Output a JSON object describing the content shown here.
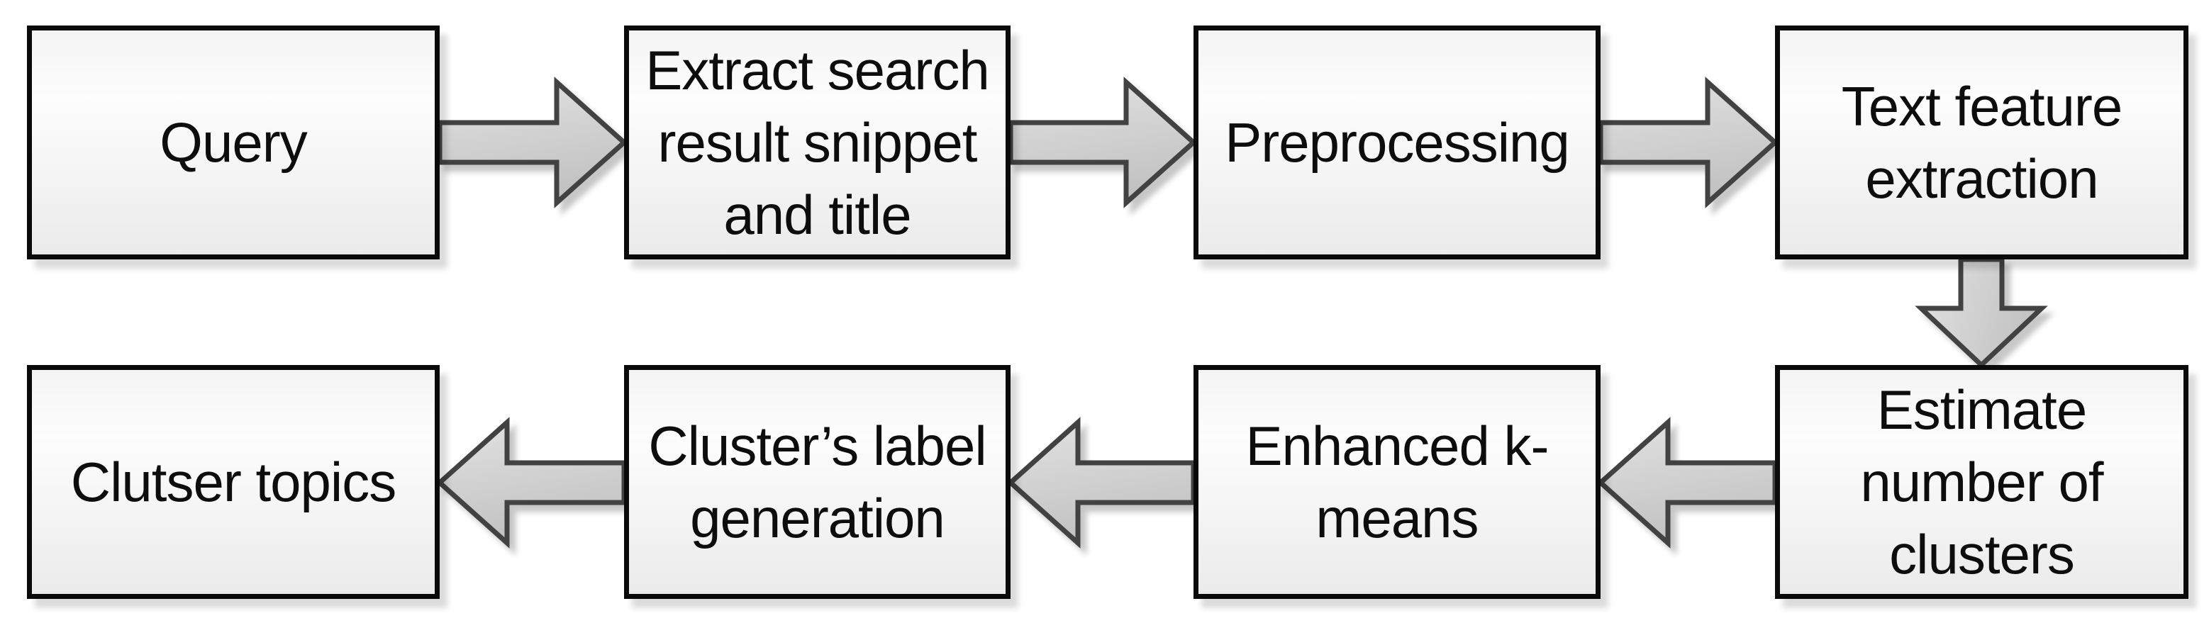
{
  "diagram": {
    "description": "Flowchart of a search-result clustering pipeline",
    "boxes": [
      {
        "id": "query",
        "lines": [
          "Query"
        ]
      },
      {
        "id": "extract-snippet",
        "lines": [
          "Extract search",
          "result snippet",
          "and title"
        ]
      },
      {
        "id": "preprocessing",
        "lines": [
          "Preprocessing"
        ]
      },
      {
        "id": "text-feature",
        "lines": [
          "Text feature",
          "extraction"
        ]
      },
      {
        "id": "estimate-clusters",
        "lines": [
          "Estimate",
          "number of",
          "clusters"
        ]
      },
      {
        "id": "enhanced-kmeans",
        "lines": [
          "Enhanced k-",
          "means"
        ]
      },
      {
        "id": "cluster-label",
        "lines": [
          "Cluster’s label",
          "generation"
        ]
      },
      {
        "id": "clutser-topics",
        "lines": [
          "Clutser topics"
        ]
      }
    ],
    "arrows": [
      {
        "from": "query",
        "to": "extract-snippet",
        "direction": "right"
      },
      {
        "from": "extract-snippet",
        "to": "preprocessing",
        "direction": "right"
      },
      {
        "from": "preprocessing",
        "to": "text-feature",
        "direction": "right"
      },
      {
        "from": "text-feature",
        "to": "estimate-clusters",
        "direction": "down"
      },
      {
        "from": "estimate-clusters",
        "to": "enhanced-kmeans",
        "direction": "left"
      },
      {
        "from": "enhanced-kmeans",
        "to": "cluster-label",
        "direction": "left"
      },
      {
        "from": "cluster-label",
        "to": "clutser-topics",
        "direction": "left"
      }
    ],
    "colors": {
      "box_border": "#0a0a0a",
      "box_fill_top": "#f4f4f4",
      "box_fill_bottom": "#ebebeb",
      "arrow_border": "#424242",
      "arrow_fill_light": "#dfdfdf",
      "arrow_fill_dark": "#c3c3c3",
      "background": "#ffffff",
      "text": "#0d0d0d"
    }
  }
}
